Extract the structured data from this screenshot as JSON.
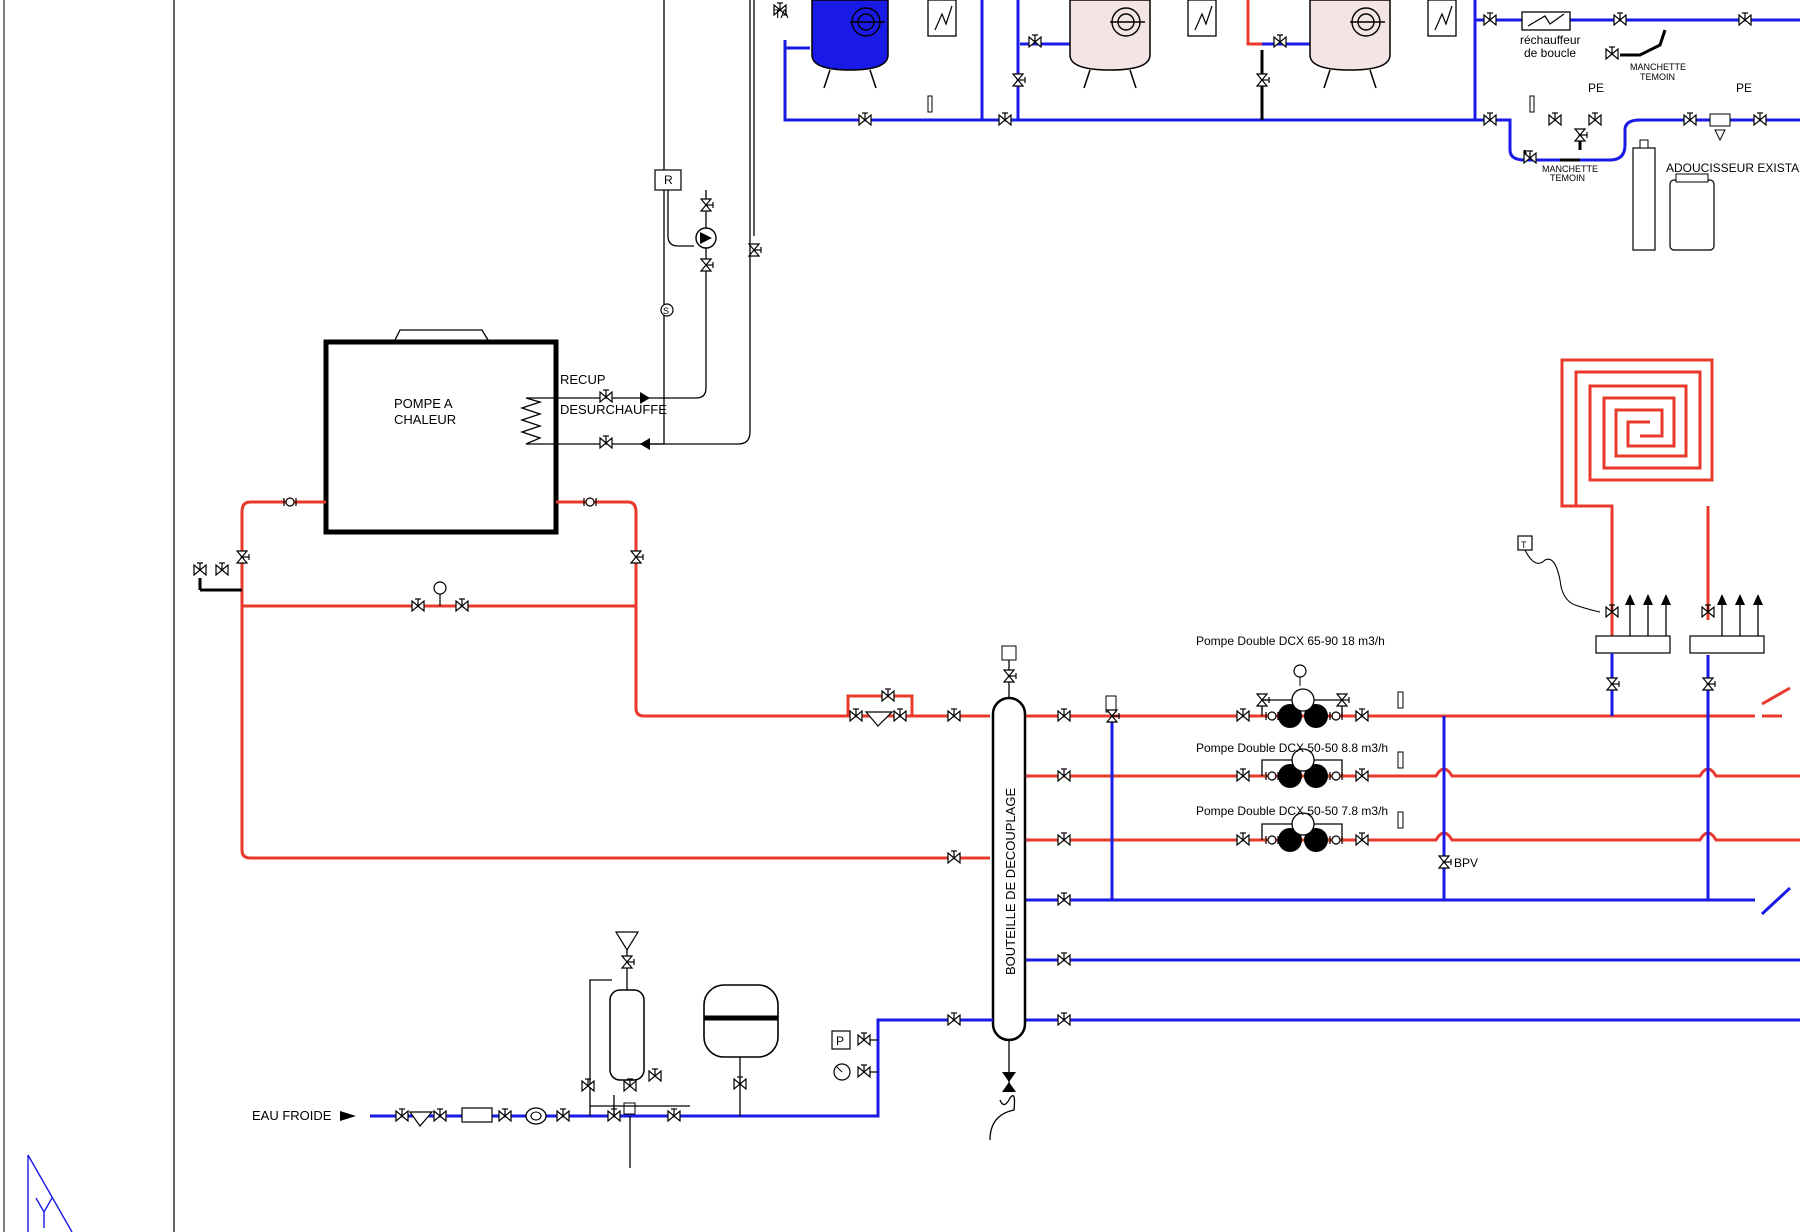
{
  "diagram": {
    "colors": {
      "hot": "#e8392d",
      "cold": "#1a1ae6",
      "line": "#000000",
      "tank_blue": "#1a1ae6",
      "tank_pink": "#f5e4e4"
    },
    "labels": {
      "ta": "TA",
      "rechauffeur_1": "réchauffeur",
      "rechauffeur_2": "de boucle",
      "manchette_top_1": "MANCHETTE",
      "manchette_top_2": "TEMOIN",
      "pe_1": "PE",
      "pe_2": "PE",
      "manchette_bot_1": "MANCHETTE",
      "manchette_bot_2": "TEMOIN",
      "adoucisseur": "ADOUCISSEUR EXISTANT",
      "r_box": "R",
      "s_mark": "S",
      "recup": "RECUP",
      "desurchauffe": "DESURCHAUFFE",
      "pac_1": "POMPE A",
      "pac_2": "CHALEUR",
      "pump_1": "Pompe Double DCX 65-90 18 m3/h",
      "pump_2": "Pompe Double DCX 50-50 8.8 m3/h",
      "pump_3": "Pompe Double DCX 50-50 7.8 m3/h",
      "bpv": "BPV",
      "bouteille": "BOUTEILLE DE DECOUPLAGE",
      "eau_froide": "EAU FROIDE",
      "p_box": "P",
      "t_box": "T"
    }
  }
}
